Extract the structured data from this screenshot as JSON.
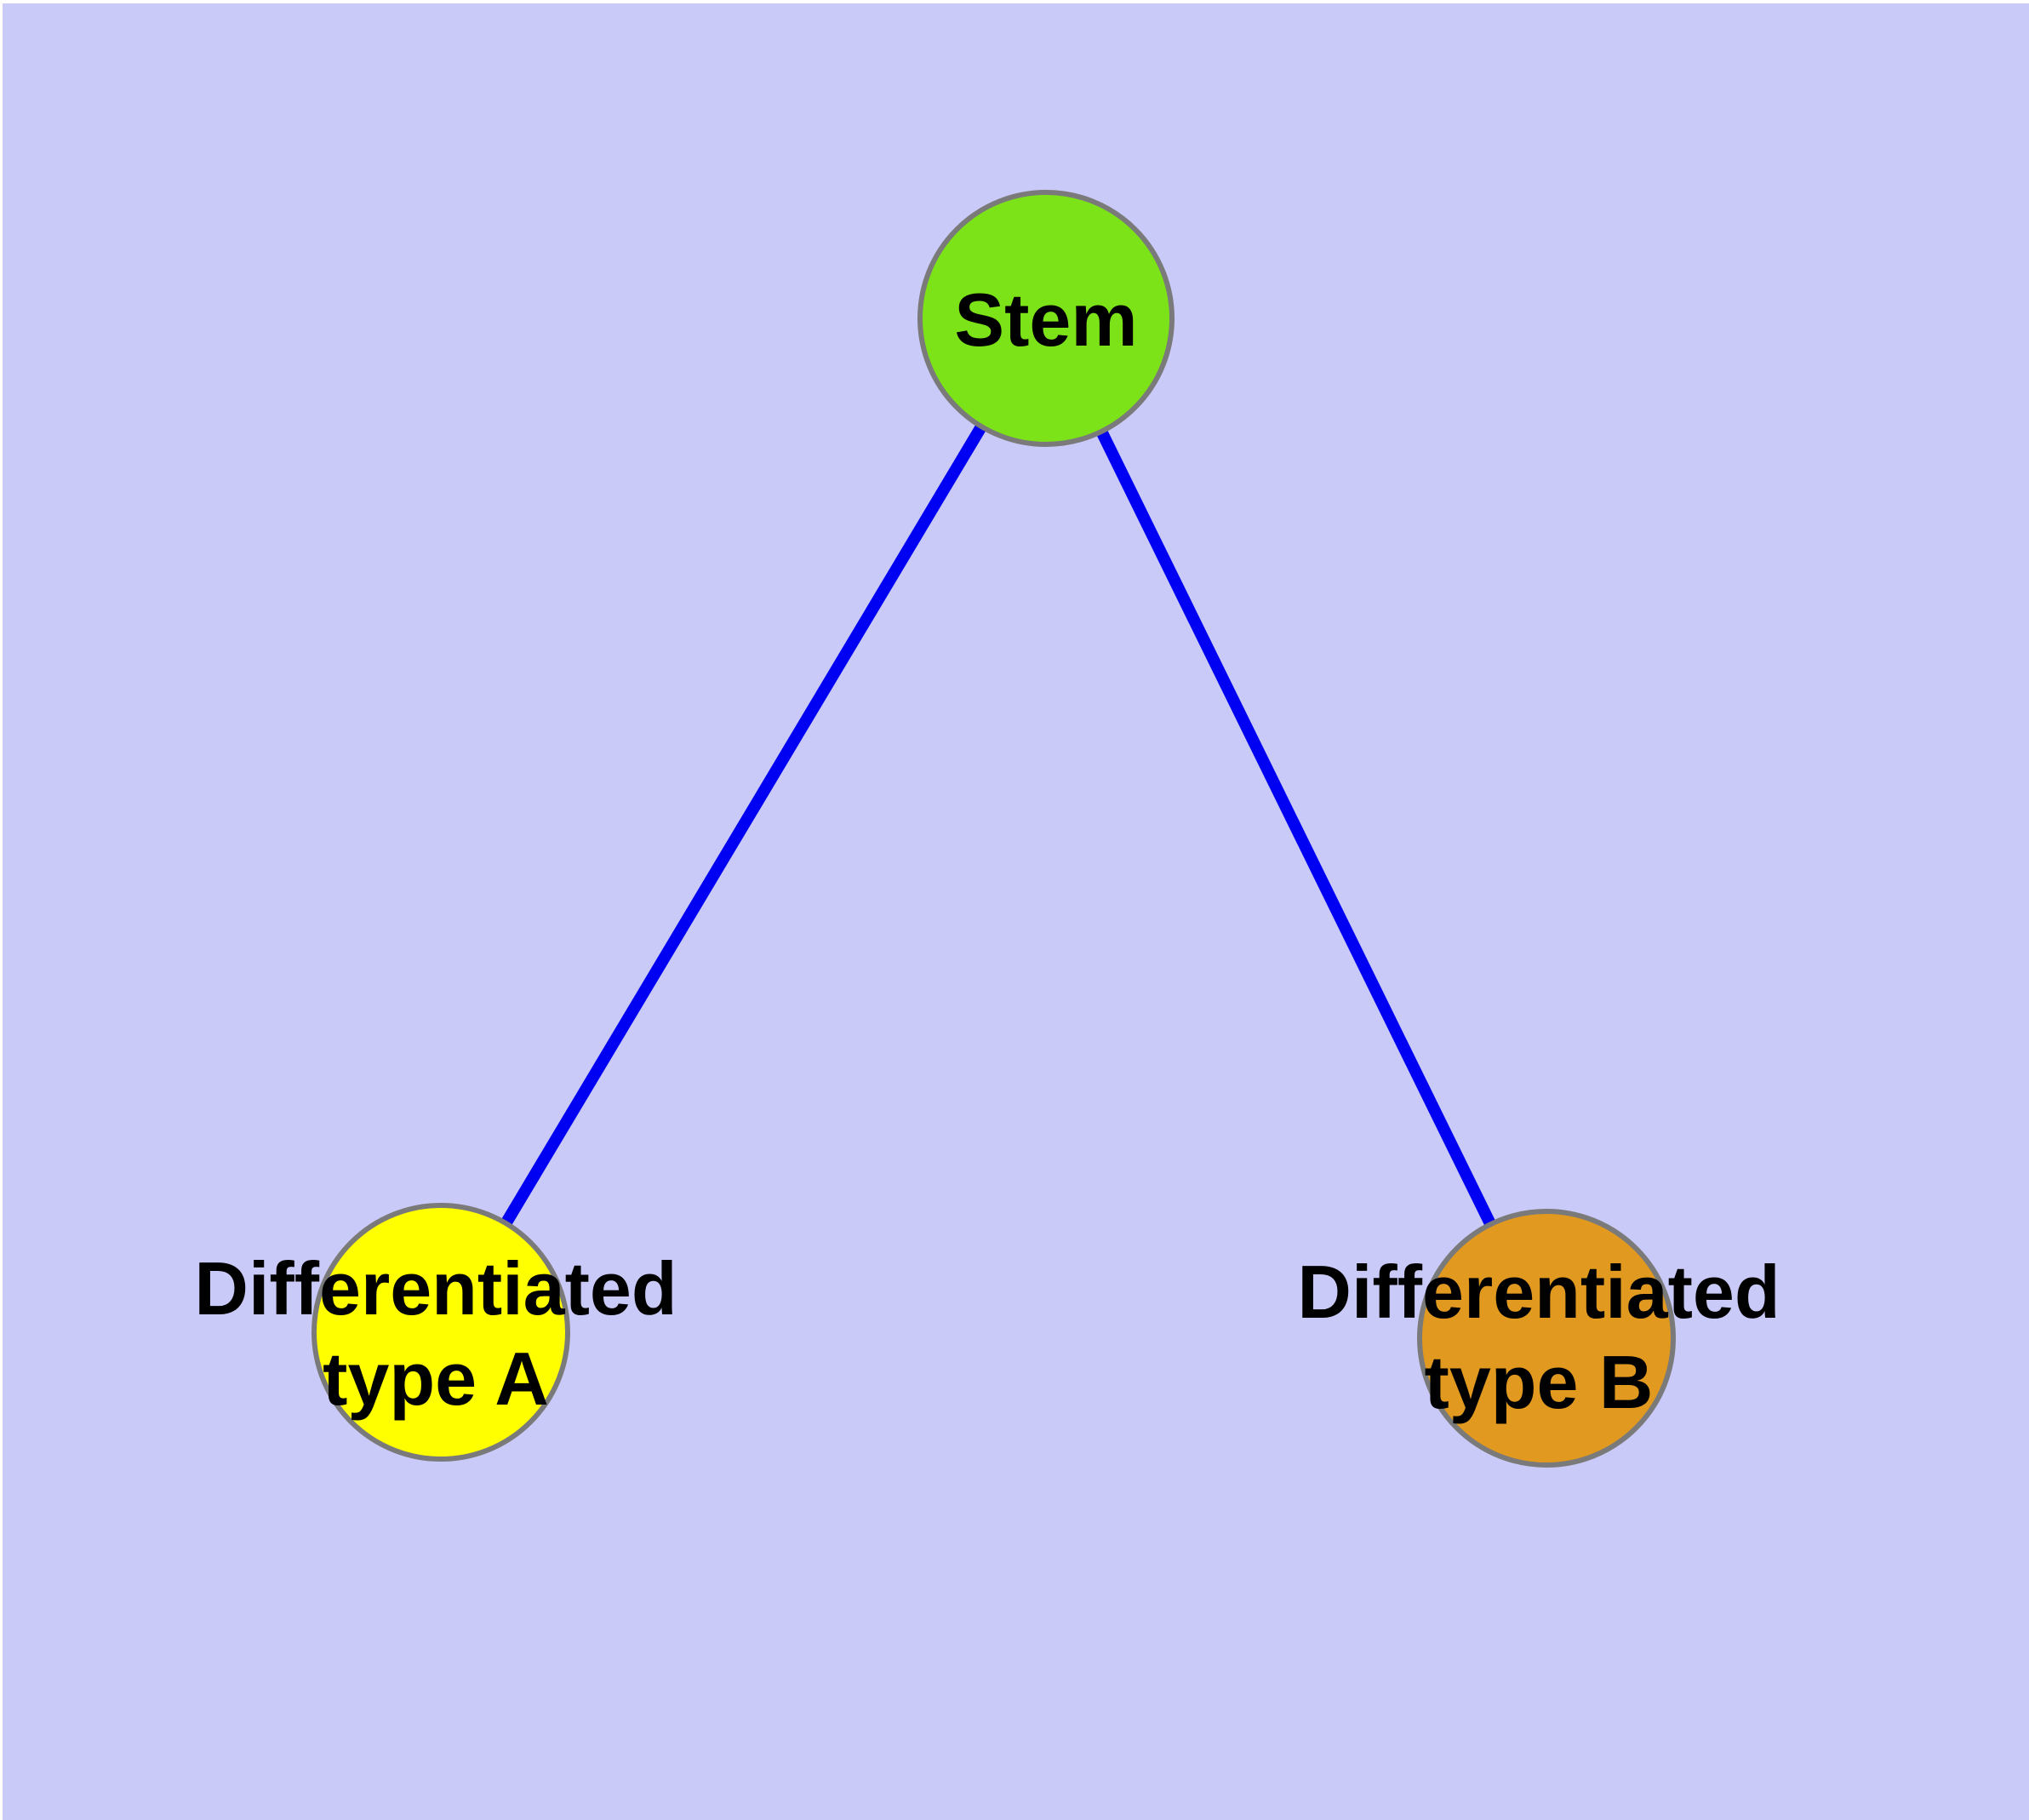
{
  "figure": {
    "description": "Cell differentiation diagram: a Stem node connected to two differentiated cell type nodes",
    "background_color": "#CACAF8",
    "node_border_color": "#7A7A7A",
    "edge_color": "#0000F2",
    "text_color": "#000000"
  },
  "nodes": {
    "stem": {
      "label": "Stem",
      "fill": "#7CE318"
    },
    "type_a": {
      "line1": "Differentiated",
      "line2": "type A",
      "fill": "#FFFF00"
    },
    "type_b": {
      "line1": "Differentiated",
      "line2": "type B",
      "fill": "#E2991F"
    }
  },
  "edges": [
    {
      "from": "Stem",
      "to": "Differentiated type A"
    },
    {
      "from": "Stem",
      "to": "Differentiated type B"
    }
  ]
}
